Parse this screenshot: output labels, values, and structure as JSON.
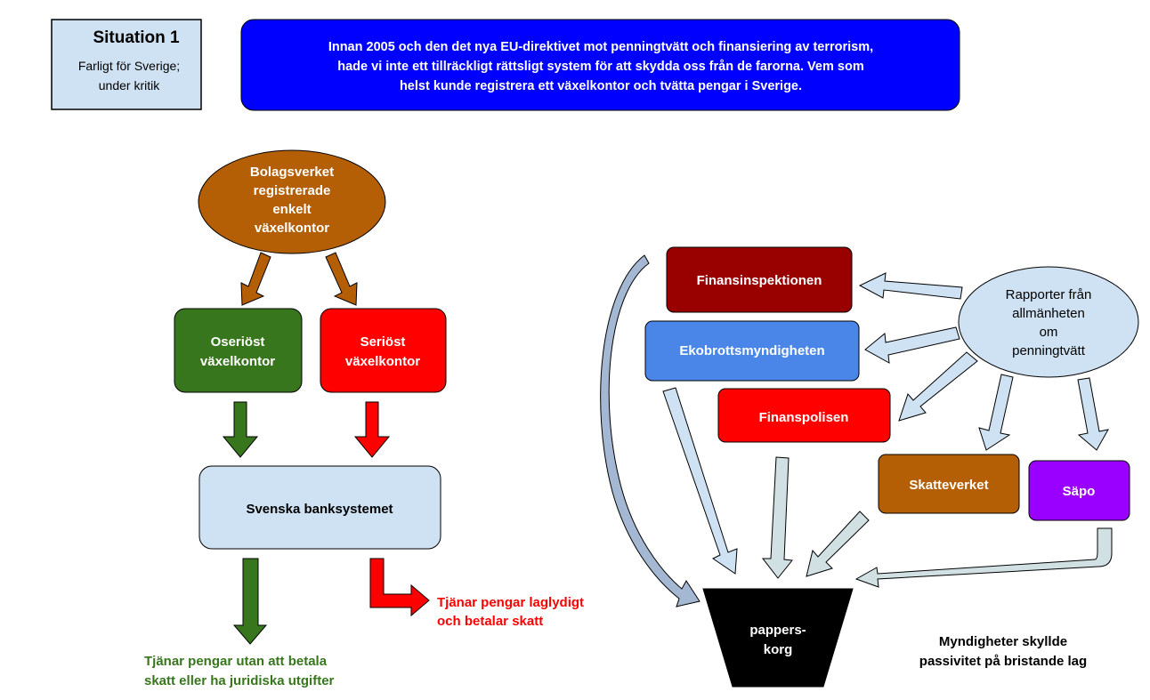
{
  "situation": {
    "title": "Situation 1",
    "subtitle_lines": [
      "Farligt för Sverige;",
      "under kritik"
    ]
  },
  "intro": {
    "lines": [
      "Innan 2005 och den det nya EU-direktivet mot penningtvätt och finansiering av terrorism,",
      "hade  vi inte ett tillräckligt rättsligt system för att skydda oss från de farorna. Vem som",
      "helst kunde registrera ett växelkontor och tvätta pengar i Sverige."
    ]
  },
  "left": {
    "bolagsverket_lines": [
      "Bolagsverket",
      "registrerade",
      "enkelt",
      "växelkontor"
    ],
    "oserios_lines": [
      "Oseriöst",
      "växelkontor"
    ],
    "serios_lines": [
      "Seriöst",
      "växelkontor"
    ],
    "banksystemet": "Svenska banksystemet",
    "outcome_green_lines": [
      "Tjänar pengar utan att betala",
      "skatt eller ha juridiska utgifter"
    ],
    "outcome_red_lines": [
      "Tjänar pengar laglydigt",
      "och betalar skatt"
    ]
  },
  "right": {
    "finansinspektionen": "Finansinspektionen",
    "ekobrott": "Ekobrottsmyndigheten",
    "finanspolisen": "Finanspolisen",
    "skatteverket": "Skatteverket",
    "sapo": "Säpo",
    "rapporter_lines": [
      "Rapporter från",
      "allmänheten",
      "om",
      "penningtvätt"
    ],
    "korg_lines": [
      "pappers-",
      "korg"
    ],
    "caption_lines": [
      "Myndigheter skyllde",
      "passivitet på bristande lag"
    ]
  },
  "colors": {
    "situation_bg": "#cfe2f3",
    "intro_bg": "#0000ff",
    "bolagsverket": "#b45f06",
    "oserios": "#38761d",
    "serios": "#ff0000",
    "bank": "#cfe2f3",
    "finansinspektionen": "#990000",
    "ekobrott": "#4a86e8",
    "finanspolisen": "#ff0000",
    "skatteverket": "#b45f06",
    "sapo": "#9900ff",
    "rapporter": "#cfe2f3",
    "korg": "#000000",
    "green_text": "#38761d",
    "red_text": "#ff0000",
    "light_arrow": "#cfe2f3",
    "gray_arrow": "#d0e0e3",
    "curve_arrow": "#a4b8d4"
  }
}
